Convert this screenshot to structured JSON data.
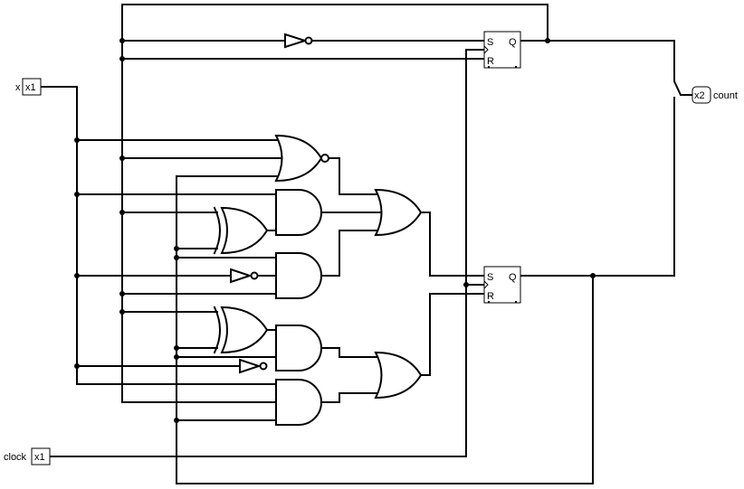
{
  "ports": {
    "x_label": "x",
    "x_pin": "x1",
    "clock_label": "clock",
    "clock_pin": "x1",
    "count_pin": "x2",
    "count_label": "count"
  },
  "flipflops": {
    "ff1": {
      "s": "S",
      "r": "R",
      "q": "Q"
    },
    "ff2": {
      "s": "S",
      "r": "R",
      "q": "Q"
    }
  }
}
